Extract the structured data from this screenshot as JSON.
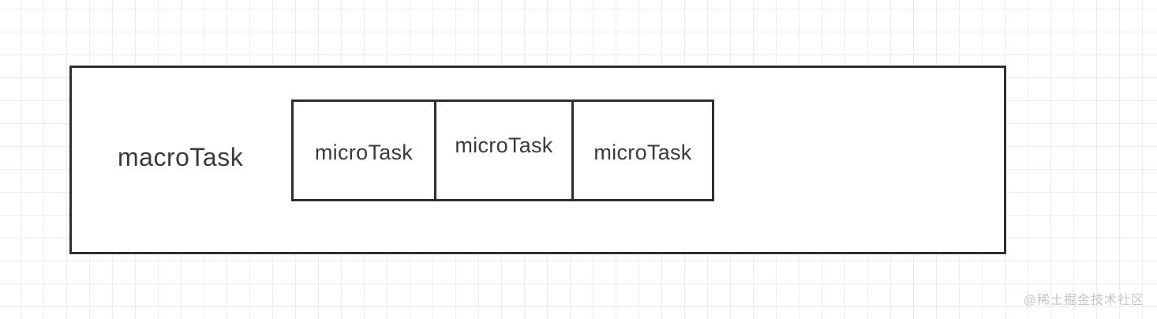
{
  "diagram": {
    "outer_box": {
      "label": "macroTask"
    },
    "inner_boxes": [
      {
        "label": "microTask"
      },
      {
        "label": "microTask"
      },
      {
        "label": "microTask"
      }
    ],
    "colors": {
      "border": "#2e2e2e",
      "text": "#3a3a3a",
      "grid_line": "#ededed",
      "background": "#ffffff",
      "watermark_text": "#c5c5c5"
    }
  },
  "watermark": {
    "text": "@稀土掘金技术社区"
  }
}
